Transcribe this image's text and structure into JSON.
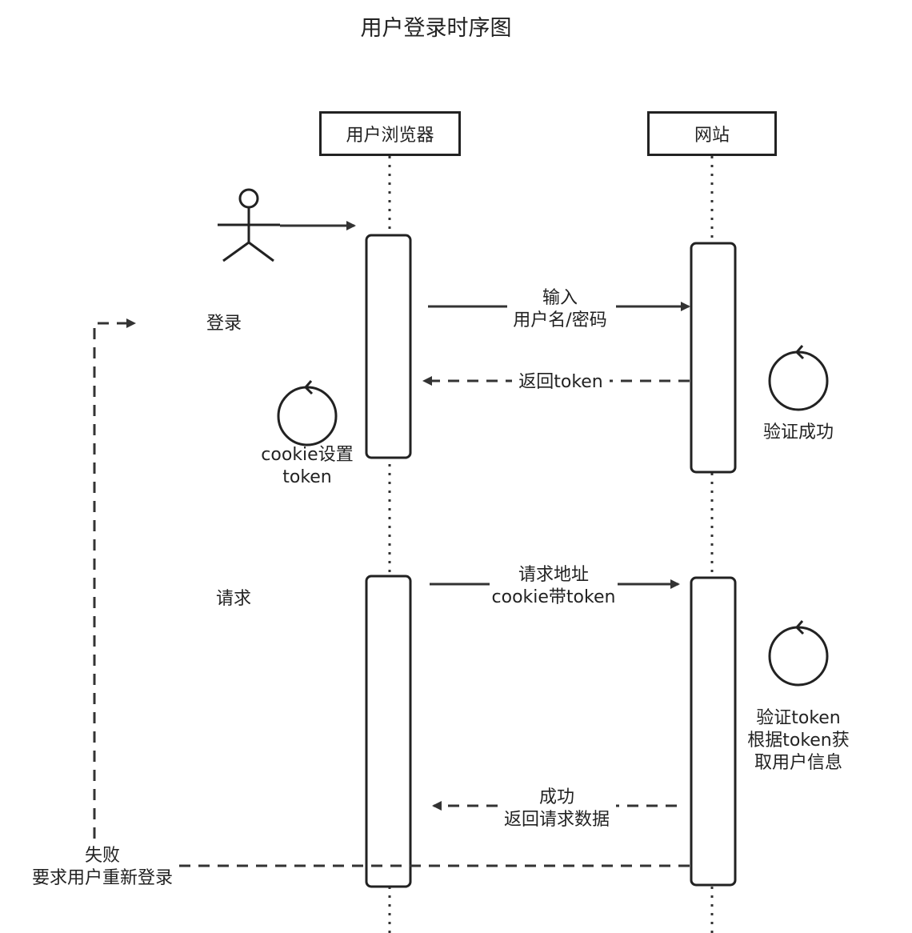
{
  "title": "用户登录时序图",
  "participants": {
    "browser": "用户浏览器",
    "website": "网站"
  },
  "sections": {
    "login": "登录",
    "request": "请求"
  },
  "messages": {
    "input_line1": "输入",
    "input_line2": "用户名/密码",
    "return_token": "返回token",
    "request_line1": "请求地址",
    "request_line2": "cookie带token",
    "success_line1": "成功",
    "success_line2": "返回请求数据",
    "fail_line1": "失败",
    "fail_line2": "要求用户重新登录"
  },
  "self_actions": {
    "cookie_line1": "cookie设置",
    "cookie_line2": "token",
    "verify_success": "验证成功",
    "verify_token_line1": "验证token",
    "verify_token_line2": "根据token获",
    "verify_token_line3": "取用户信息"
  },
  "colors": {
    "stroke": "#222222",
    "background": "#ffffff"
  }
}
